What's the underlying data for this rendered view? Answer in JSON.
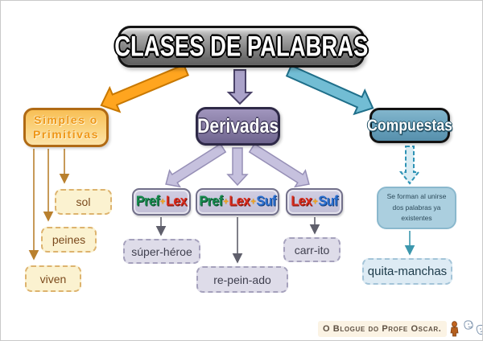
{
  "title": {
    "text": "CLASES DE PALABRAS"
  },
  "simples": {
    "label_line1": "Simples o",
    "label_line2": "Primitivas",
    "examples": [
      "sol",
      "peines",
      "viven"
    ]
  },
  "derivadas": {
    "label": "Derivadas",
    "patterns": [
      {
        "parts": [
          "Pref",
          "+",
          "Lex"
        ]
      },
      {
        "parts": [
          "Pref",
          "+",
          "Lex",
          "+",
          "Suf"
        ]
      },
      {
        "parts": [
          "Lex",
          "+",
          "Suf"
        ]
      }
    ],
    "examples": [
      "súper-héroe",
      "re-pein-ado",
      "carr-ito"
    ]
  },
  "compuestas": {
    "label": "Compuestas",
    "note": "Se forman al unirse dos palabras ya existentes",
    "example": "quita-manchas"
  },
  "credit": {
    "text": "O Blogue do Profe Oscar."
  },
  "colors": {
    "title_fill": "#858585",
    "simples_fill": "#fbd685",
    "simples_border": "#b06a14",
    "simples_text": "#ef9716",
    "derivadas_fill": "#867ba3",
    "compuestas_fill": "#68a2bd",
    "pattern_fill": "#c2bfd6",
    "pref_green": "#168a4e",
    "lex_red": "#d92b1c",
    "suf_blue": "#2a6fd0",
    "plus_orange": "#f2a41f",
    "arrow_orange": "#ffa51f",
    "arrow_purple": "#aaa2c9",
    "arrow_teal": "#72bdd4",
    "arrow_lavender": "#c6c1de",
    "note_fill": "#abcfdf"
  }
}
